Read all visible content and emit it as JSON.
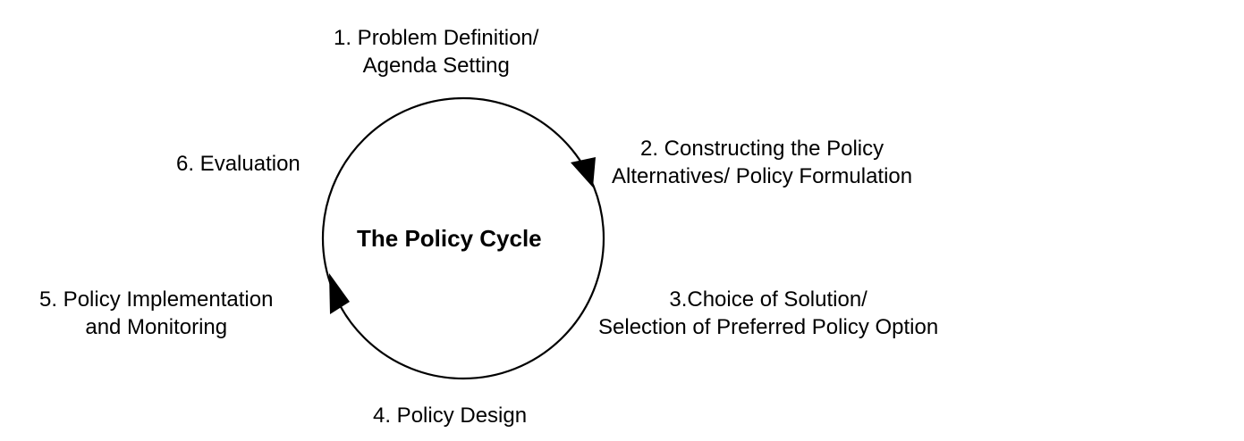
{
  "title": "The Policy Cycle",
  "stages": [
    {
      "lines": [
        "1. Problem Definition/",
        "Agenda Setting"
      ]
    },
    {
      "lines": [
        "2. Constructing the Policy",
        "Alternatives/ Policy Formulation"
      ]
    },
    {
      "lines": [
        "3.Choice of Solution/",
        "Selection of Preferred Policy Option"
      ]
    },
    {
      "lines": [
        "4. Policy Design"
      ]
    },
    {
      "lines": [
        "5. Policy Implementation",
        "and Monitoring"
      ]
    },
    {
      "lines": [
        "6. Evaluation"
      ]
    }
  ],
  "colors": {
    "line": "#000000",
    "background": "#ffffff"
  }
}
